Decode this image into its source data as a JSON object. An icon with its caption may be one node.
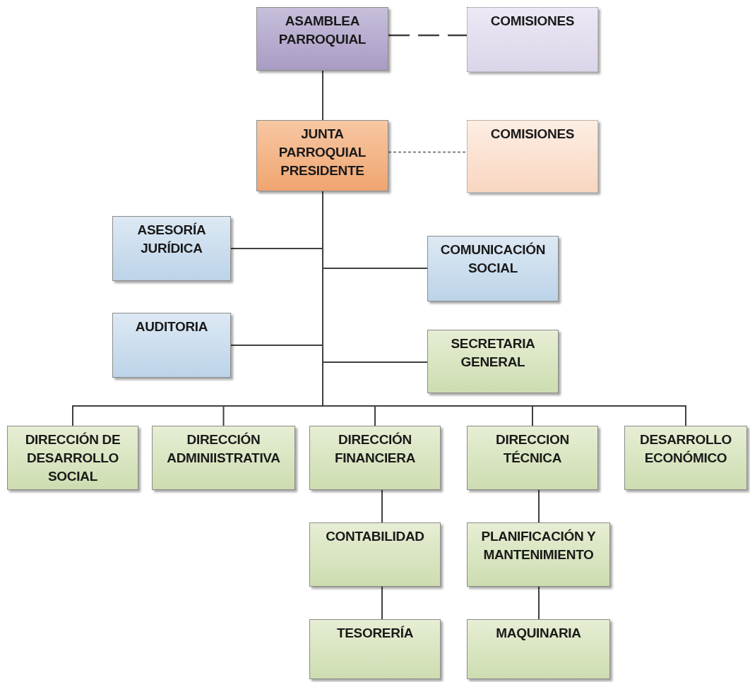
{
  "diagram": {
    "nodes": [
      {
        "text": [
          "ASAMBLEA PARROQUIAL"
        ]
      },
      {
        "text": [
          "COMISIONES"
        ]
      },
      {
        "text": [
          "JUNTA PARROQUIAL PRESIDENTE"
        ]
      },
      {
        "text": [
          "COMISIONES"
        ]
      },
      {
        "text": [
          "ASESORÍA JURÍDICA"
        ]
      },
      {
        "text": [
          "COMUNICACIÓN SOCIAL"
        ]
      },
      {
        "text": [
          "AUDITORIA"
        ]
      },
      {
        "text": [
          "SECRETARIA GENERAL"
        ]
      },
      {
        "text": [
          "DIRECCIÓN DE DESARROLLO SOCIAL"
        ]
      },
      {
        "text": [
          "DIRECCIÓN ADMINIISTRATIVA"
        ]
      },
      {
        "text": [
          "DIRECCIÓN FINANCIERA"
        ]
      },
      {
        "text": [
          "DIRECCION TÉCNICA"
        ]
      },
      {
        "text": [
          "DESARROLLO ECONÓMICO"
        ]
      },
      {
        "text": [
          "CONTABILIDAD"
        ]
      },
      {
        "text": [
          "PLANIFICACIÓN Y MANTENIMIENTO"
        ]
      },
      {
        "text": [
          "TESORERÍA"
        ]
      },
      {
        "text": [
          "MAQUINARIA"
        ]
      }
    ],
    "edges": [
      {
        "from": 0,
        "to": 1,
        "arrow": "none",
        "style": "dashed"
      },
      {
        "from": 0,
        "to": 2,
        "arrow": "none"
      },
      {
        "from": 2,
        "to": 3,
        "arrow": "none",
        "style": "dashed",
        "color": "#808080"
      },
      {
        "from": 2,
        "to": 4,
        "arrow": "none"
      },
      {
        "from": 2,
        "to": 5,
        "arrow": "none"
      },
      {
        "from": 2,
        "to": 6,
        "arrow": "none"
      },
      {
        "from": 2,
        "to": 7,
        "arrow": "none"
      },
      {
        "from": 2,
        "to": 8,
        "arrow": "none"
      },
      {
        "from": 2,
        "to": 9,
        "arrow": "none"
      },
      {
        "from": 2,
        "to": 10,
        "arrow": "none"
      },
      {
        "from": 2,
        "to": 11,
        "arrow": "none"
      },
      {
        "from": 2,
        "to": 12,
        "arrow": "none"
      },
      {
        "from": 10,
        "to": 13,
        "arrow": "none"
      },
      {
        "from": 13,
        "to": 15,
        "arrow": "none"
      },
      {
        "from": 11,
        "to": 14,
        "arrow": "none"
      },
      {
        "from": 14,
        "to": 16,
        "arrow": "none"
      }
    ]
  }
}
